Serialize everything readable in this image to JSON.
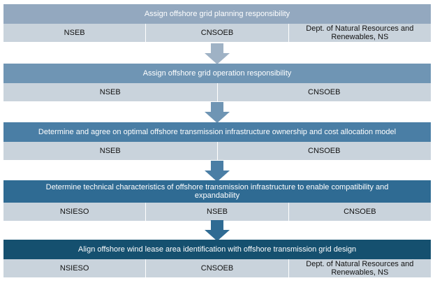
{
  "steps": [
    {
      "title": "Assign offshore grid planning responsibility",
      "color": "#93a8bf",
      "cells": [
        "NSEB",
        "CNSOEB",
        "Dept. of Natural Resources and Renewables, NS"
      ]
    },
    {
      "title": "Assign offshore grid operation responsibility",
      "color": "#6f95b4",
      "cells": [
        "NSEB",
        "CNSOEB"
      ]
    },
    {
      "title": "Determine and agree on optimal offshore transmission infrastructure ownership and cost allocation model",
      "color": "#4a7ea5",
      "cells": [
        "NSEB",
        "CNSOEB"
      ]
    },
    {
      "title": "Determine technical characteristics of offshore transmission infrastructure to enable compatibility and expandability",
      "color": "#2f6b93",
      "cells": [
        "NSIESO",
        "NSEB",
        "CNSOEB"
      ]
    },
    {
      "title": "Align offshore wind lease area identification with offshore transmission grid design",
      "color": "#15506f",
      "cells": [
        "NSIESO",
        "CNSOEB",
        "Dept. of Natural Resources and Renewables, NS"
      ]
    }
  ],
  "arrow_colors": [
    "#9fb2c5",
    "#6f95b4",
    "#4a7ea5",
    "#2f6b93"
  ],
  "cell_color": "#c9d3dc"
}
